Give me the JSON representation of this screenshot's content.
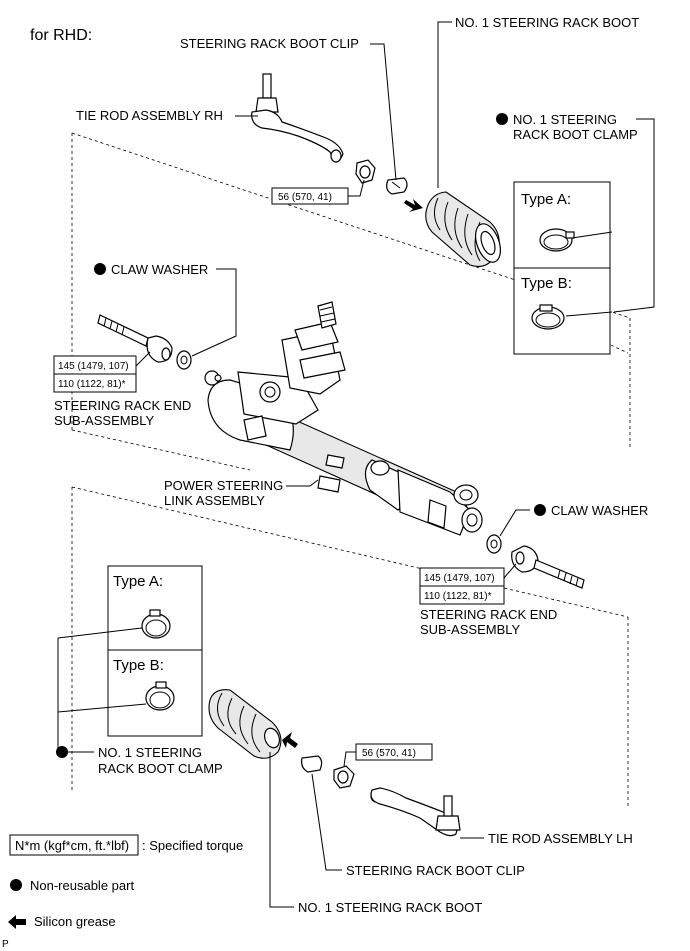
{
  "title": "for RHD:",
  "labels": {
    "boot_top": "NO. 1 STEERING RACK BOOT",
    "boot_clip_top": "STEERING RACK BOOT CLIP",
    "tie_rod_rh": "TIE ROD ASSEMBLY RH",
    "clamp_top_line1": "NO. 1 STEERING",
    "clamp_top_line2": "RACK BOOT CLAMP",
    "torque_tie_rod_top": "56 (570, 41)",
    "type_a": "Type A:",
    "type_b": "Type B:",
    "claw_washer_top": "CLAW WASHER",
    "torque_rack_end_top_1": "145 (1479, 107)",
    "torque_rack_end_top_2": "110 (1122, 81)*",
    "rack_end_top_line1": "STEERING RACK END",
    "rack_end_top_line2": "SUB-ASSEMBLY",
    "power_steering_line1": "POWER STEERING",
    "power_steering_line2": "LINK ASSEMBLY",
    "claw_washer_bottom": "CLAW WASHER",
    "torque_rack_end_bottom_1": "145 (1479, 107)",
    "torque_rack_end_bottom_2": "110 (1122, 81)*",
    "rack_end_bottom_line1": "STEERING RACK END",
    "rack_end_bottom_line2": "SUB-ASSEMBLY",
    "type_a_bottom": "Type A:",
    "type_b_bottom": "Type B:",
    "clamp_bottom_line1": "NO. 1 STEERING",
    "clamp_bottom_line2": "RACK BOOT CLAMP",
    "torque_tie_rod_bottom": "56 (570, 41)",
    "tie_rod_lh": "TIE ROD ASSEMBLY LH",
    "boot_clip_bottom": "STEERING RACK BOOT CLIP",
    "boot_bottom": "NO. 1 STEERING RACK BOOT"
  },
  "legend": {
    "torque_box": "N*m (kgf*cm, ft.*lbf)",
    "torque_desc": ": Specified torque",
    "non_reusable": "Non-reusable part",
    "silicon_grease": "Silicon grease"
  },
  "corner_mark": "P",
  "icons": {
    "non_reusable": "filled-circle-icon",
    "grease": "arrow-left-icon"
  }
}
